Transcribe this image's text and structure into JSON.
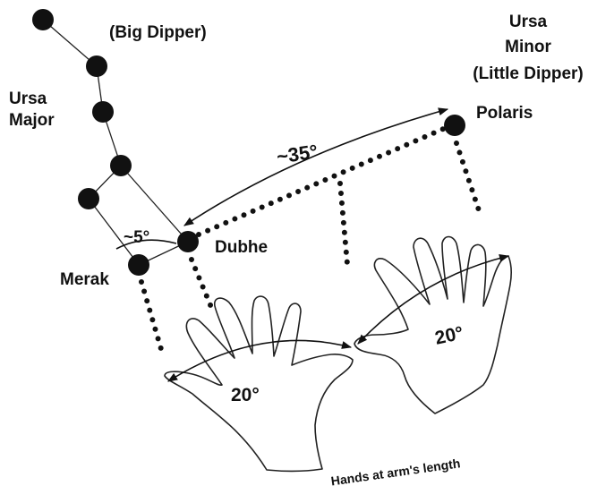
{
  "labels": {
    "big_dipper": "(Big Dipper)",
    "ursa_major_1": "Ursa",
    "ursa_major_2": "Major",
    "ursa_minor_1": "Ursa",
    "ursa_minor_2": "Minor",
    "ursa_minor_3": "(Little Dipper)",
    "polaris": "Polaris",
    "dubhe": "Dubhe",
    "merak": "Merak",
    "angle_35": "~35°",
    "angle_5": "~5°",
    "hand_left_angle": "20°",
    "hand_right_angle": "20°",
    "caption": "Hands at arm's length"
  },
  "colors": {
    "ink": "#111111",
    "background": "#ffffff"
  }
}
